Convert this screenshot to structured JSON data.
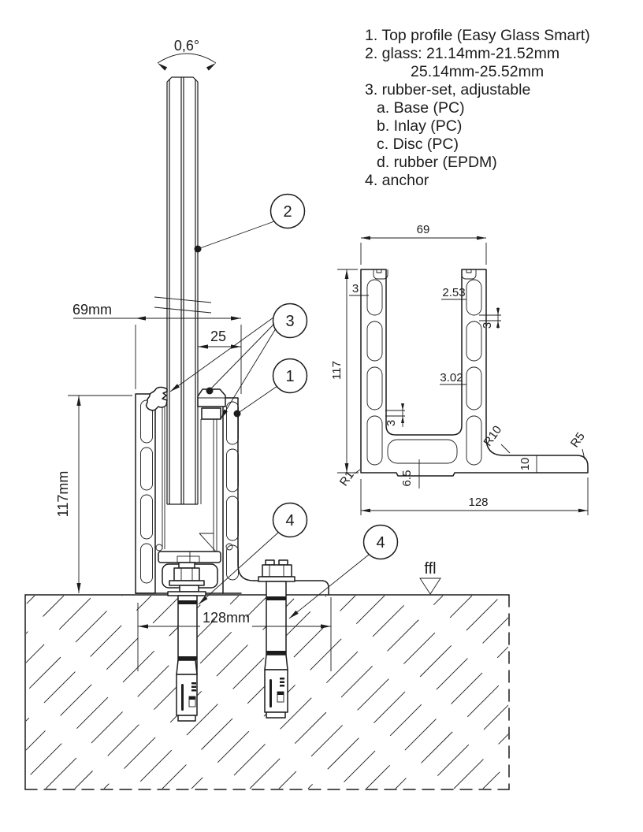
{
  "legend": {
    "items": [
      "1. Top profile (Easy Glass Smart)",
      "2. glass: 21.14mm-21.52mm",
      "25.14mm-25.52mm",
      "3. rubber-set, adjustable",
      "a. Base (PC)",
      "b. Inlay (PC)",
      "c. Disc (PC)",
      "d. rubber (EPDM)",
      "4. anchor"
    ]
  },
  "main_view": {
    "angle": "0,6°",
    "width": "69mm",
    "glass_inset": "25",
    "height": "117mm",
    "anchor_spacing": "128mm",
    "floor_level": "ffl",
    "balloon_glass": "2",
    "balloon_rubber_set": "3",
    "balloon_top_profile": "1",
    "balloon_anchor": "4"
  },
  "detail_view": {
    "width": "69",
    "height": "117",
    "base_width": "128",
    "web_outer": "3",
    "web_inner": "2.53",
    "slot_gap_right": "3",
    "web_mid": "3.02",
    "slot_gap_left": "3",
    "fillet_radius": "R10",
    "foot_radius": "R5",
    "foot_thickness": "10",
    "base_web": "6.5",
    "corner_radius": "R1"
  },
  "colors": {
    "line": "#1c1c1c",
    "background": "#ffffff"
  }
}
